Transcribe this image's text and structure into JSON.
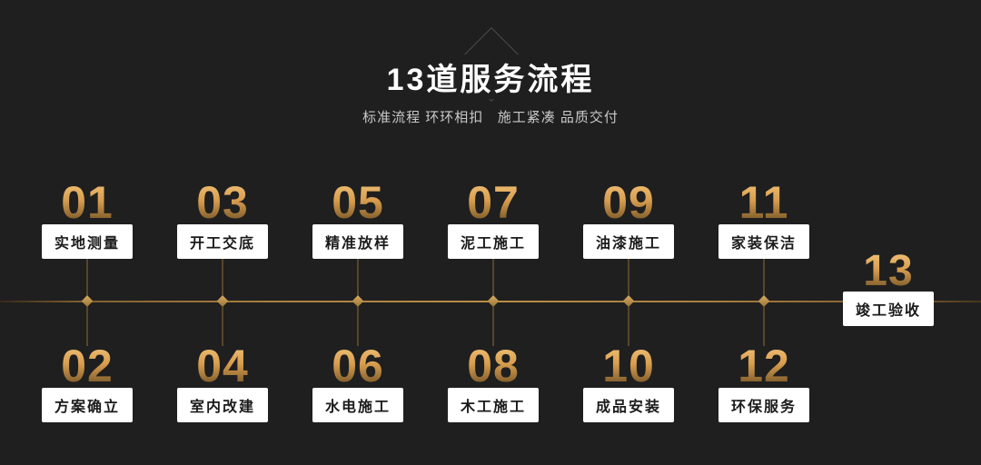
{
  "page": {
    "background": "#1f1f1f",
    "accent_gold": "#d99e4f",
    "accent_gold_dark": "#6e5226",
    "box_bg": "#ffffff",
    "box_text": "#1b1b1b"
  },
  "header": {
    "title": "13道服务流程",
    "subtitle": "标准流程 环环相扣   施工紧凑 品质交付"
  },
  "steps": [
    {
      "num": "01",
      "label": "实地测量"
    },
    {
      "num": "02",
      "label": "方案确立"
    },
    {
      "num": "03",
      "label": "开工交底"
    },
    {
      "num": "04",
      "label": "室内改建"
    },
    {
      "num": "05",
      "label": "精准放样"
    },
    {
      "num": "06",
      "label": "水电施工"
    },
    {
      "num": "07",
      "label": "泥工施工"
    },
    {
      "num": "08",
      "label": "木工施工"
    },
    {
      "num": "09",
      "label": "油漆施工"
    },
    {
      "num": "10",
      "label": "成品安装"
    },
    {
      "num": "11",
      "label": "家装保洁"
    },
    {
      "num": "12",
      "label": "环保服务"
    },
    {
      "num": "13",
      "label": "竣工验收"
    }
  ]
}
